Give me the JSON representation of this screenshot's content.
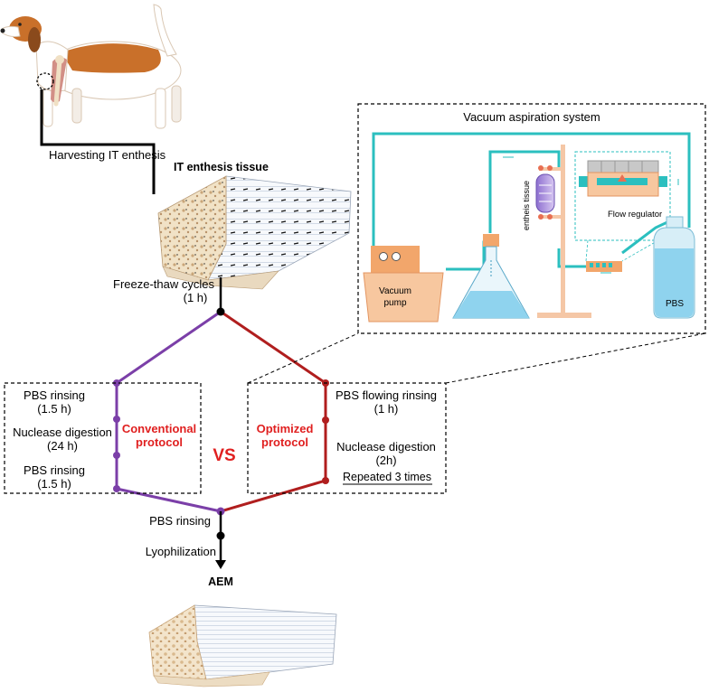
{
  "labels": {
    "harvest": "Harvesting IT enthesis",
    "it_tissue": "IT enthesis tissue",
    "freeze_thaw": "Freeze-thaw cycles",
    "freeze_thaw_time": "(1 h)",
    "aem": "AEM",
    "vs": "VS",
    "pbs_rinsing_bottom": "PBS rinsing",
    "lyophilization": "Lyophilization"
  },
  "conventional": {
    "title_line1": "Conventional",
    "title_line2": "protocol",
    "steps": [
      {
        "name": "PBS rinsing",
        "time": "(1.5 h)"
      },
      {
        "name": "Nuclease digestion",
        "time": "(24 h)"
      },
      {
        "name": "PBS rinsing",
        "time": "(1.5 h)"
      }
    ]
  },
  "optimized": {
    "title_line1": "Optimized",
    "title_line2": "protocol",
    "steps": [
      {
        "name": "PBS flowing rinsing",
        "time": "(1 h)"
      },
      {
        "name": "Nuclease digestion",
        "time": "(2h)"
      }
    ],
    "repeat": "Repeated 3 times"
  },
  "vacuum": {
    "title": "Vacuum aspiration system",
    "pump_line1": "Vacuum",
    "pump_line2": "pump",
    "flow_regulator": "Flow regulator",
    "tissue_label": "entheis tissue",
    "pbs": "PBS"
  },
  "colors": {
    "conventional": "#7b3fa8",
    "optimized": "#b01e1e",
    "emphasis_text": "#e02020",
    "tube": "#2bbfbf",
    "pump": "#f2a66b",
    "liquid": "#8fd3ee",
    "stand": "#f5c7a6"
  }
}
